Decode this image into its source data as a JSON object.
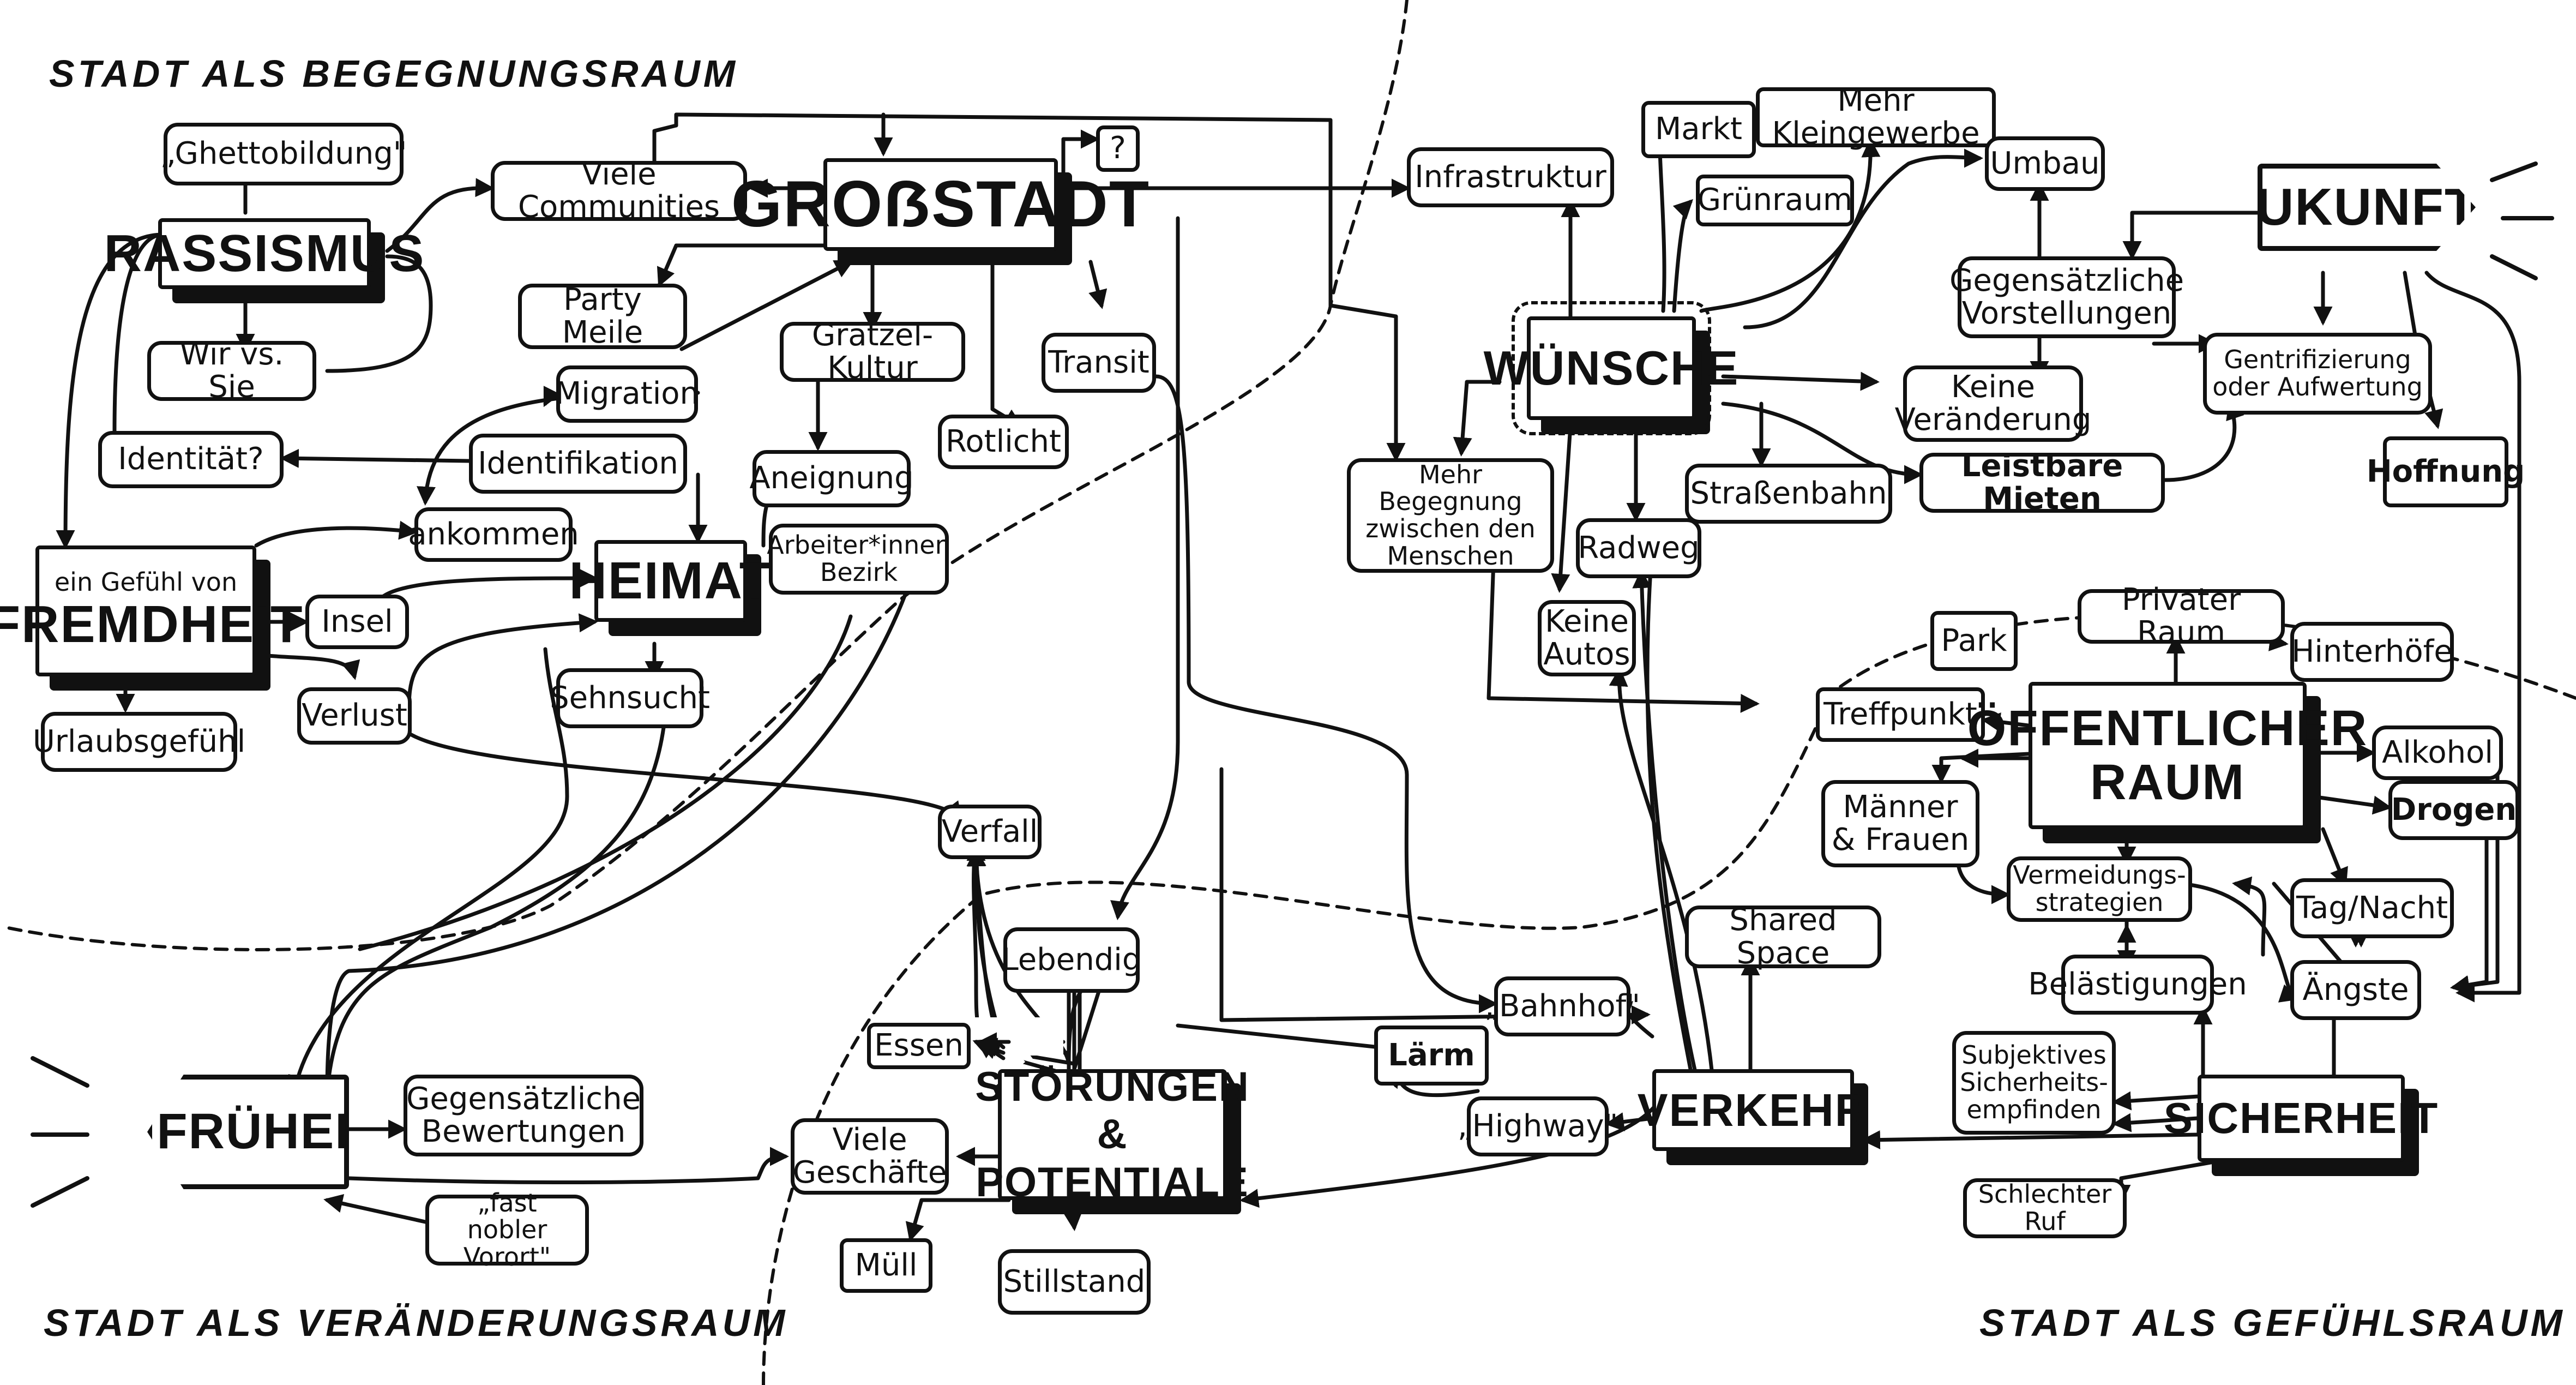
{
  "regions": {
    "top_left": "STADT ALS BEGEGNUNGSRAUM",
    "bottom_left": "STADT ALS VERÄNDERUNGSRAUM",
    "bottom_right": "STADT ALS GEFÜHLSRAUM"
  },
  "nodes": {
    "ghettobildung": "„Ghettobildung\"",
    "rassismus": "RASSISMUS",
    "viele_communities": "Viele Communities",
    "grossstadt": "GROẞSTADT",
    "fragezeichen": "?",
    "wir_vs_sie": "Wir vs. Sie",
    "party_meile": "Party Meile",
    "graetzel_kultur": "Grätzel-Kultur",
    "transit": "Transit",
    "migration": "Migration",
    "identitaet": "Identität?",
    "identifikation": "Identifikation",
    "rotlicht": "Rotlicht",
    "aneignung": "Aneignung",
    "ankommen": "ankommen",
    "fremdheit_pre": "ein Gefühl von",
    "fremdheit": "FREMDHEIT",
    "heimat": "HEIMAT",
    "arbeiter_bezirk": "Arbeiter*innen\nBezirk",
    "insel": "Insel",
    "verlust": "Verlust",
    "sehnsucht": "Sehnsucht",
    "urlaubsgefuehl": "Urlaubsgefühl",
    "verfall": "Verfall",
    "lebendig": "Lebendig",
    "essen": "Essen",
    "frueher": "FRÜHER",
    "gegensaetzliche_bewertungen": "Gegensätzliche\nBewertungen",
    "viele_geschaefte": "Viele\nGeschäfte",
    "stoerungen": "STÖRUNGEN &\nPOTENTIALE",
    "fast_nobler_vorort": "„fast nobler\nVorort\"",
    "muell": "Müll",
    "stillstand": "Stillstand",
    "infrastruktur": "Infrastruktur",
    "markt": "Markt",
    "mehr_kleingewerbe": "Mehr Kleingewerbe",
    "gruenraum": "Grünraum",
    "umbau": "Umbau",
    "zukunft": "ZUKUNFT",
    "wuensche": "WÜNSCHE",
    "gegensaetzliche_vorstellungen": "Gegensätzliche\nVorstellungen",
    "keine_veraenderung": "Keine\nVeränderung",
    "gentrifizierung": "Gentrifizierung\noder Aufwertung",
    "mehr_begegnung": "Mehr Begegnung\nzwischen den\nMenschen",
    "strassenbahn": "Straßenbahn",
    "radweg": "Radweg",
    "leistbare_mieten": "Leistbare Mieten",
    "hoffnung": "Hoffnung",
    "keine_autos": "Keine\nAutos",
    "park": "Park",
    "privater_raum": "Privater Raum",
    "hinterhoefe": "Hinterhöfe",
    "treffpunkt": "Treffpunkt",
    "oeffentlicher_raum": "ÖFFENTLICHER\nRAUM",
    "alkohol": "Alkohol",
    "maenner_frauen": "Männer\n& Frauen",
    "drogen": "Drogen",
    "vermeidungsstrategien": "Vermeidungs-\nstrategien",
    "tag_nacht": "Tag/Nacht",
    "shared_space": "Shared Space",
    "bahnhof": "„Bahnhof\"",
    "belaestigungen": "Belästigungen",
    "aengste": "Ängste",
    "laerm": "Lärm",
    "highway": "„Highway\"",
    "verkehr": "VERKEHR",
    "subjektives": "Subjektives\nSicherheits-\nempfinden",
    "sicherheit": "SICHERHEIT",
    "schlechter_ruf": "Schlechter Ruf"
  }
}
